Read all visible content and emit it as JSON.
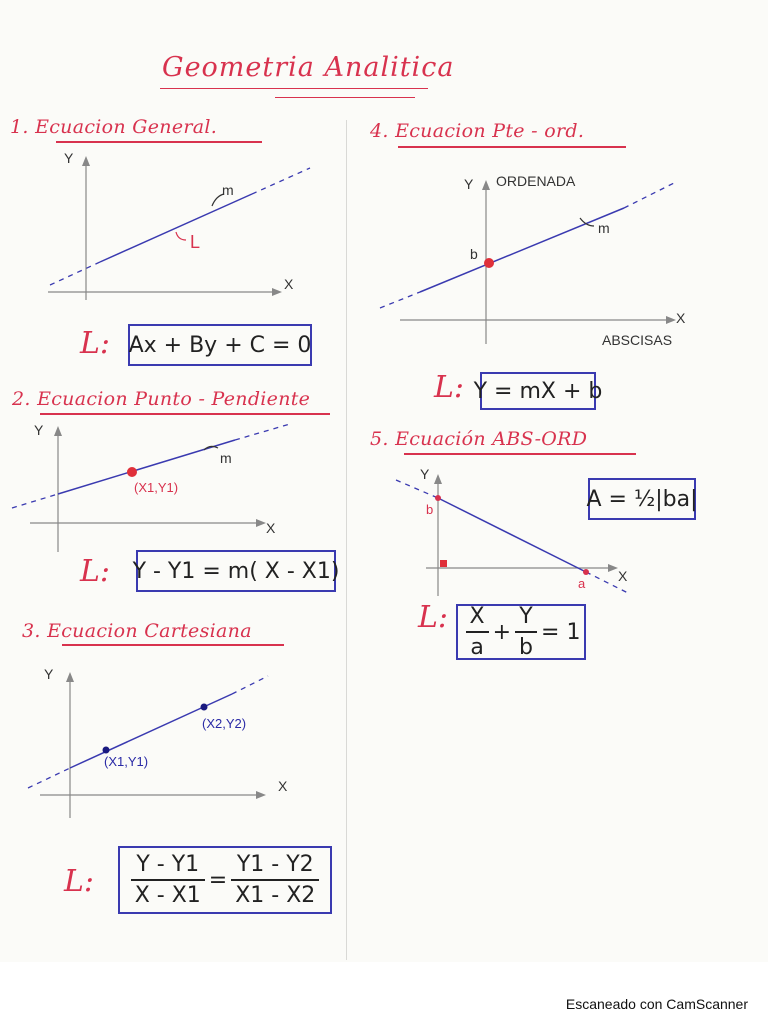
{
  "title": "Geometria Analitica",
  "s1": {
    "heading": "1. Ecuacion General.",
    "y": "Y",
    "x": "X",
    "m": "m",
    "line": "L",
    "L": "L:",
    "formula": "Ax + By + C = 0"
  },
  "s2": {
    "heading": "2. Ecuacion Punto - Pendiente",
    "y": "Y",
    "x": "X",
    "m": "m",
    "point": "(X1,Y1)",
    "L": "L:",
    "formula": "Y - Y1 = m( X - X1)"
  },
  "s3": {
    "heading": "3. Ecuacion Cartesiana",
    "y": "Y",
    "x": "X",
    "p1": "(X1,Y1)",
    "p2": "(X2,Y2)",
    "L": "L:",
    "lhs_num": "Y - Y1",
    "lhs_den": "X - X1",
    "eq": "=",
    "rhs_num": "Y1 - Y2",
    "rhs_den": "X1 - X2"
  },
  "s4": {
    "heading": "4. Ecuacion Pte - ord.",
    "y": "Y",
    "ordenada": "ORDENADA",
    "x": "X",
    "abscisas": "ABSCISAS",
    "m": "m",
    "b": "b",
    "L": "L:",
    "formula": "Y = mX + b"
  },
  "s5": {
    "heading": "5. Ecuación ABS-ORD",
    "y": "Y",
    "x": "X",
    "b": "b",
    "a": "a",
    "area": "A = ½|ba|",
    "L": "L:",
    "f1_num": "X",
    "f1_den": "a",
    "plus": "+",
    "f2_num": "Y",
    "f2_den": "b",
    "rhs": "= 1"
  },
  "footer": "Escaneado con CamScanner"
}
